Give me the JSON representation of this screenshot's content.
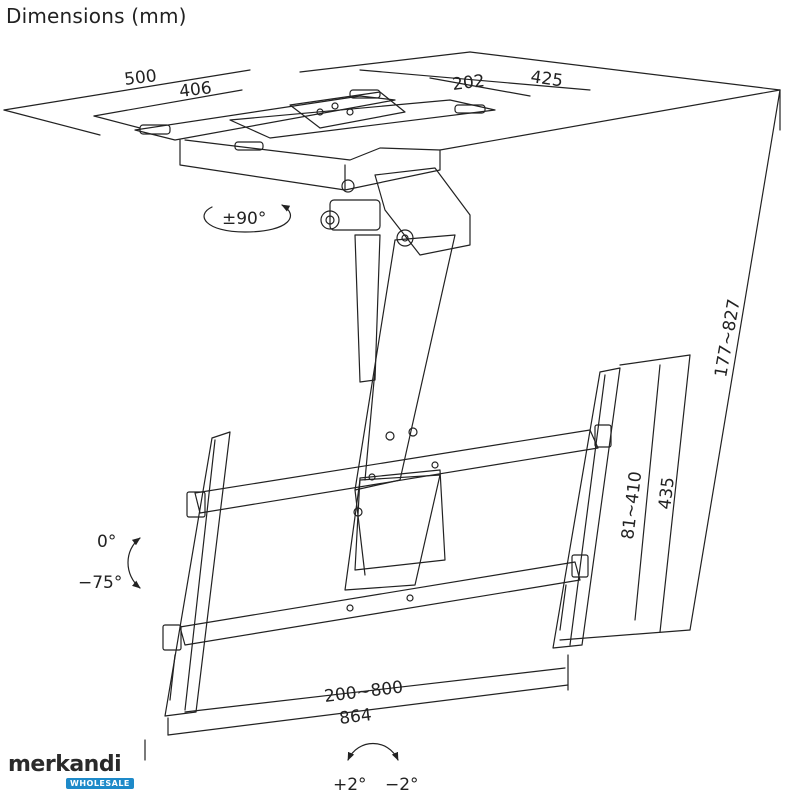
{
  "title": "Dimensions (mm)",
  "dimensions": {
    "top_width_outer": "500",
    "top_width_inner": "406",
    "top_depth_inner": "202",
    "top_depth_outer": "425",
    "height_range": "177~827",
    "vesa_vertical": "81~410",
    "plate_height": "435",
    "vesa_horizontal": "200~800",
    "total_width": "864"
  },
  "rotations": {
    "swivel": "±90°",
    "tilt_upper": "0°",
    "tilt_lower": "−75°",
    "level_plus": "+2°",
    "level_minus": "−2°"
  },
  "brand": {
    "name": "merkandi",
    "tagline": "WHOLESALE",
    "accent_color": "#1e8ac9"
  }
}
